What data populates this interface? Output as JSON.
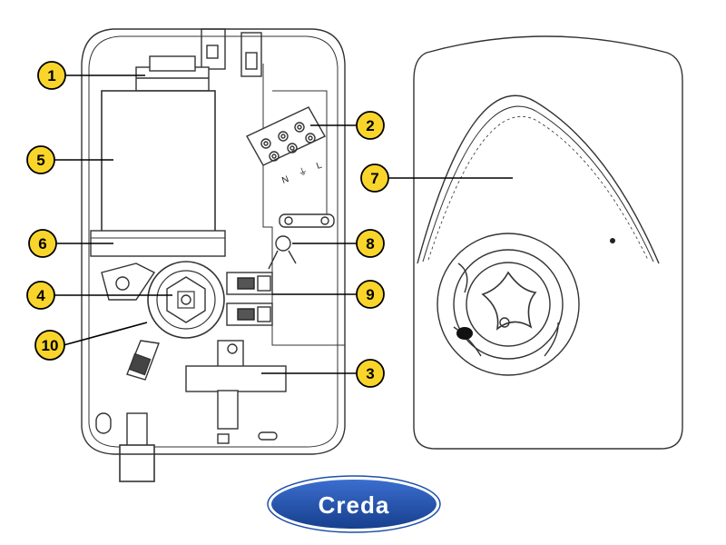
{
  "colors": {
    "callout_fill": "#F9D52B",
    "callout_stroke": "#000000",
    "outline": "#333333",
    "logo_blue": "#1E4FA8"
  },
  "callouts": [
    {
      "id": "1",
      "label": "1"
    },
    {
      "id": "2",
      "label": "2"
    },
    {
      "id": "3",
      "label": "3"
    },
    {
      "id": "4",
      "label": "4"
    },
    {
      "id": "5",
      "label": "5"
    },
    {
      "id": "6",
      "label": "6"
    },
    {
      "id": "7",
      "label": "7"
    },
    {
      "id": "8",
      "label": "8"
    },
    {
      "id": "9",
      "label": "9"
    },
    {
      "id": "10",
      "label": "10"
    }
  ],
  "terminal_labels": {
    "neutral": "N",
    "earth": "⏚",
    "live": "L"
  },
  "logo": {
    "text": "Creda"
  }
}
